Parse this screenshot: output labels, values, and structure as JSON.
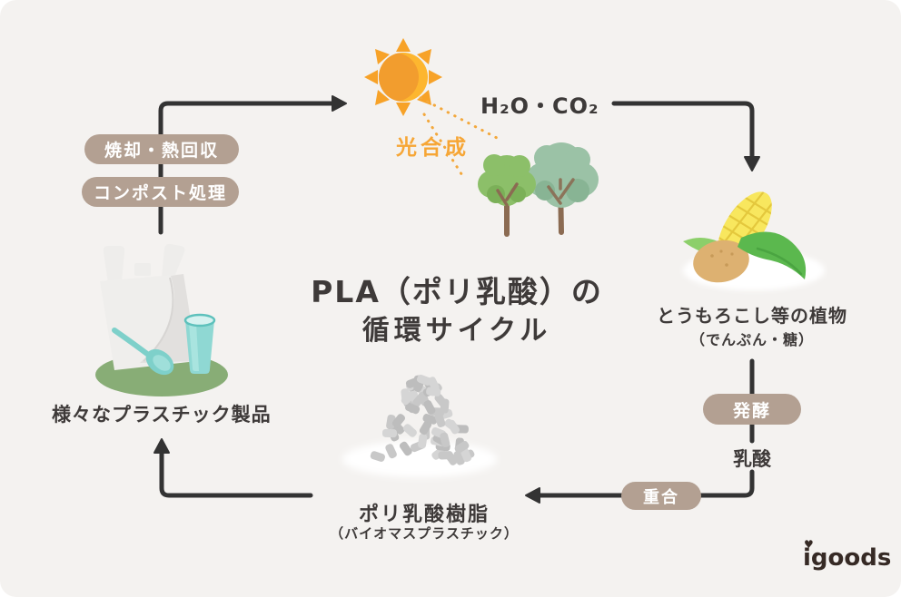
{
  "title": {
    "line1": "PLA（ポリ乳酸）の",
    "line2": "循環サイクル"
  },
  "labels": {
    "photosynthesis": "光合成",
    "h2o_co2": "H₂O・CO₂",
    "plants": "とうもろこし等の植物",
    "plants_sub": "（でんぷん・糖）",
    "lactic_acid": "乳酸",
    "resin": "ポリ乳酸樹脂",
    "resin_sub": "（バイオマスプラスチック）",
    "products": "様々なプラスチック製品"
  },
  "badges": {
    "incineration": "焼却・熱回収",
    "compost": "コンポスト処理",
    "fermentation": "発酵",
    "polymerization": "重合"
  },
  "logo": {
    "text": "igoods"
  },
  "colors": {
    "background": "#f4f2f0",
    "arrow": "#333333",
    "badge": "#b3a092",
    "badge_text": "#ffffff",
    "accent_orange": "#f6a636",
    "text_dark": "#3e3a39",
    "tree_green": "#8cbf69",
    "tree_sage": "#9bc2a6",
    "corn_yellow": "#f8e75e",
    "leaf_green": "#5bb84e",
    "potato_tan": "#ddb171",
    "plastic_teal": "#8fd8d3",
    "oval_green": "#88ad76",
    "pellet_gray": "#c8c8c8"
  }
}
